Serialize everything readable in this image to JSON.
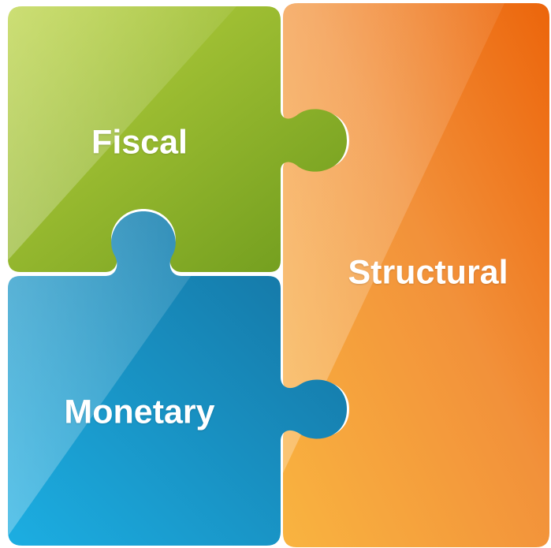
{
  "pieces": {
    "fiscal": {
      "label": "Fiscal",
      "color_light": "#B5CF3A",
      "color_dark": "#6E9A1E"
    },
    "structural": {
      "label": "Structural",
      "color_light": "#F7A13A",
      "color_dark": "#EB6A0C"
    },
    "monetary": {
      "label": "Monetary",
      "color_light": "#1FA6DC",
      "color_dark": "#136E9C"
    }
  }
}
